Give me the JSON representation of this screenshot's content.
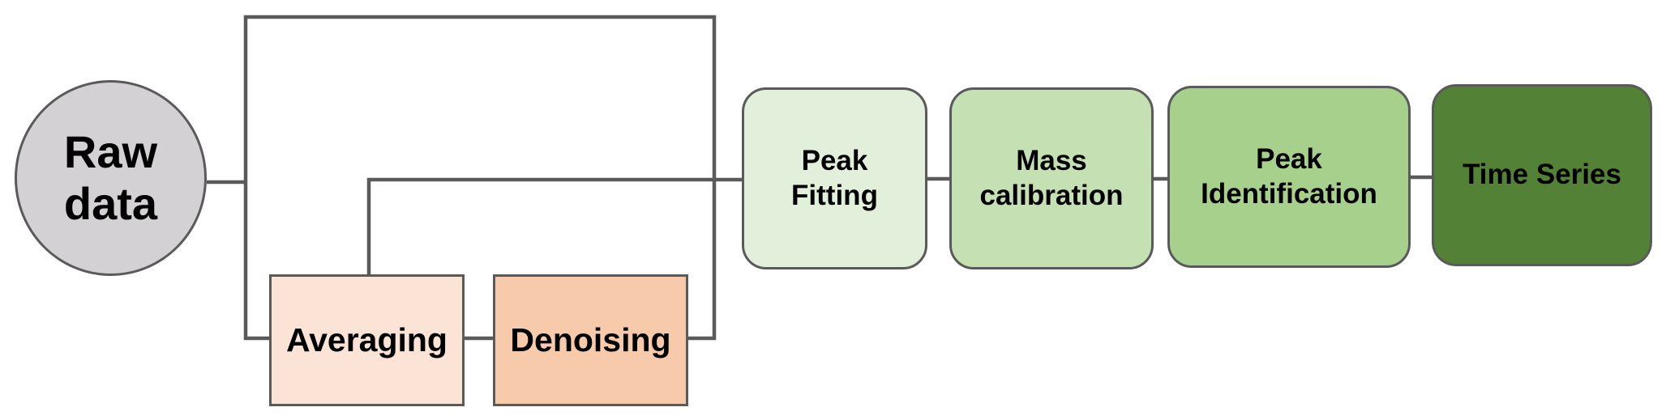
{
  "diagram": {
    "nodes": [
      {
        "id": "raw",
        "lines": [
          "Raw",
          "data"
        ],
        "color": "#d3d1d3"
      },
      {
        "id": "averaging",
        "lines": [
          "Averaging"
        ],
        "color": "#fbe4d6"
      },
      {
        "id": "denoising",
        "lines": [
          "Denoising"
        ],
        "color": "#f7caac"
      },
      {
        "id": "peak_fitting",
        "lines": [
          "Peak",
          "Fitting"
        ],
        "color": "#e2efda"
      },
      {
        "id": "mass_calibration",
        "lines": [
          "Mass",
          "calibration"
        ],
        "color": "#c5e0b3"
      },
      {
        "id": "peak_identification",
        "lines": [
          "Peak",
          "Identification"
        ],
        "color": "#a8d08d"
      },
      {
        "id": "time_series",
        "lines": [
          "Time Series"
        ],
        "color": "#538135"
      }
    ],
    "edges": [
      {
        "from": "raw",
        "to": "peak_fitting"
      },
      {
        "from": "raw",
        "to": "averaging"
      },
      {
        "from": "averaging",
        "to": "denoising"
      },
      {
        "from": "averaging",
        "to": "peak_fitting"
      },
      {
        "from": "denoising",
        "to": "peak_fitting"
      },
      {
        "from": "peak_fitting",
        "to": "mass_calibration"
      },
      {
        "from": "mass_calibration",
        "to": "peak_identification"
      },
      {
        "from": "peak_identification",
        "to": "time_series"
      }
    ],
    "line_color": "#5a5a5a"
  }
}
